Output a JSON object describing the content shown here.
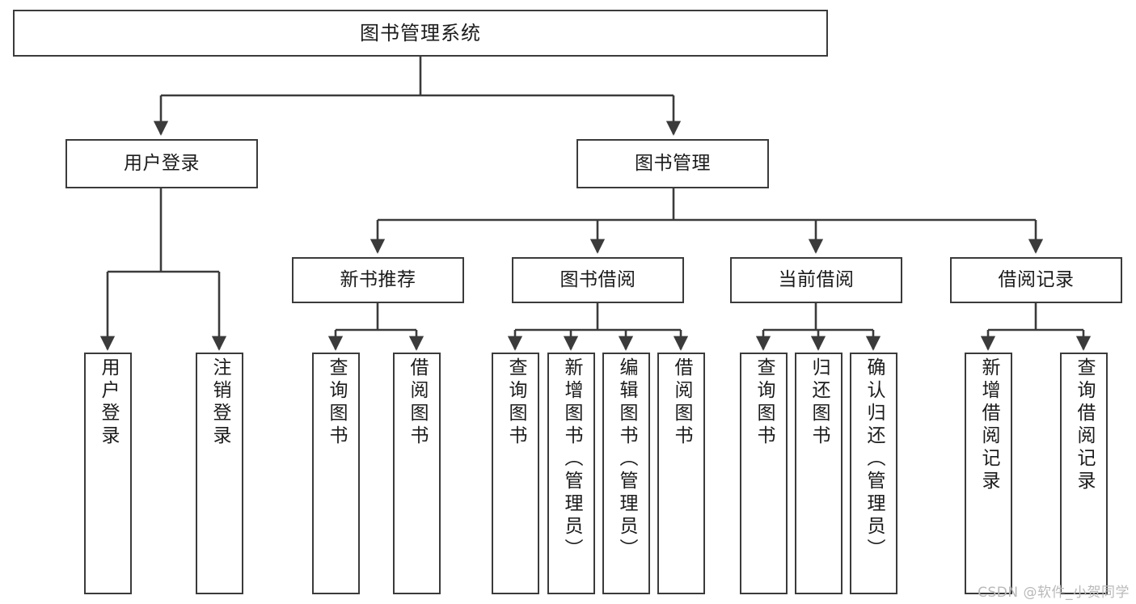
{
  "diagram": {
    "title": "图书管理系统",
    "type": "tree-hierarchy-chart",
    "watermark": "CSDN @软件_小贺同学",
    "colors": {
      "background": "#ffffff",
      "node_border": "#3b3b3b",
      "edge": "#3b3b3b",
      "text": "#1b1b1b",
      "watermark": "#b9b9b9"
    },
    "nodes": {
      "root": {
        "label": "图书管理系统"
      },
      "level2": [
        {
          "label": "用户登录"
        },
        {
          "label": "图书管理"
        }
      ],
      "level3": [
        {
          "label": "新书推荐"
        },
        {
          "label": "图书借阅"
        },
        {
          "label": "当前借阅"
        },
        {
          "label": "借阅记录"
        }
      ],
      "leaves": {
        "user_login": [
          {
            "label": "用户登录"
          },
          {
            "label": "注销登录"
          }
        ],
        "new_book": [
          {
            "label": "查询图书"
          },
          {
            "label": "借阅图书"
          }
        ],
        "book_borrow": [
          {
            "label": "查询图书"
          },
          {
            "label": "新增图书（管理员）"
          },
          {
            "label": "编辑图书（管理员）"
          },
          {
            "label": "借阅图书"
          }
        ],
        "current_borrow": [
          {
            "label": "查询图书"
          },
          {
            "label": "归还图书"
          },
          {
            "label": "确认归还（管理员）"
          }
        ],
        "borrow_record": [
          {
            "label": "新增借阅记录"
          },
          {
            "label": "查询借阅记录"
          }
        ]
      }
    }
  }
}
